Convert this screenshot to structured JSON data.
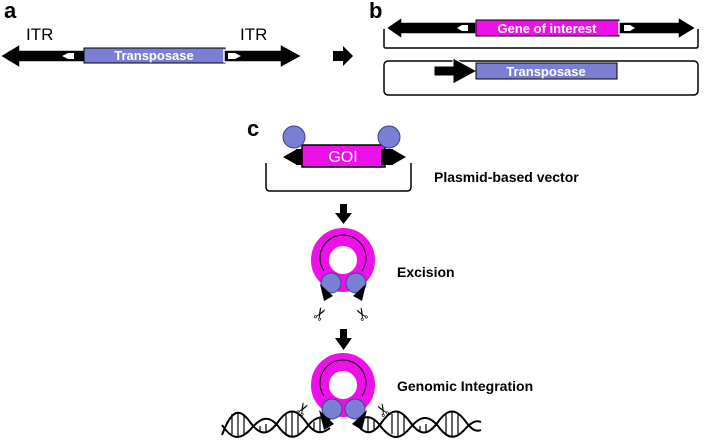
{
  "panels": {
    "a": "a",
    "b": "b",
    "c": "c"
  },
  "panel_a": {
    "itr_left": "ITR",
    "itr_right": "ITR",
    "transposase": "Transposase"
  },
  "panel_b": {
    "gene_of_interest": "Gene of interest",
    "transposase": "Transposase"
  },
  "panel_c": {
    "goi": "GOI",
    "steps": [
      "Plasmid-based vector",
      "Excision",
      "Genomic Integration"
    ]
  },
  "symbols": {
    "scissors": "✂"
  },
  "colors": {
    "magenta": "#ee10e8",
    "transposase": "#7b7fd3",
    "black": "#000000"
  }
}
